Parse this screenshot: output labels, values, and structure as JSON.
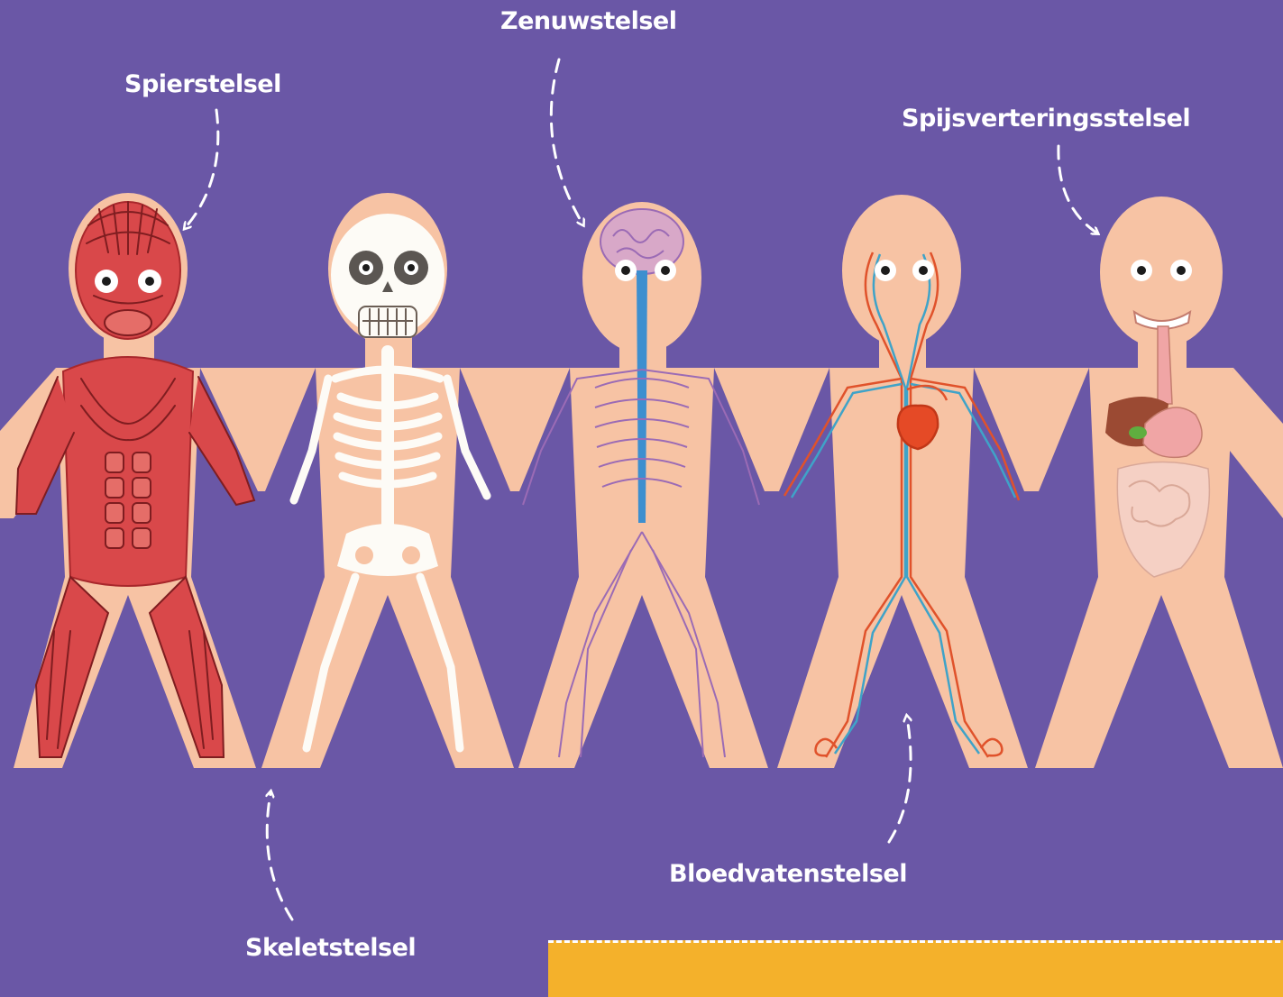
{
  "labels": {
    "muscular": "Spierstelsel",
    "nervous": "Zenuwstelsel",
    "digestive": "Spijsverteringsstelsel",
    "skeletal": "Skeletstelsel",
    "circulatory": "Bloedvatenstelsel"
  },
  "colors": {
    "background": "#6a57a6",
    "skin": "#f7c3a4",
    "muscle": "#c7373a",
    "bone": "#fdfbf6",
    "nerve": "#9b6bb5",
    "spine_nerve": "#3d8fcf",
    "artery": "#e0522b",
    "vein": "#3fa3c8",
    "heart": "#e54a26",
    "liver": "#9b4a33",
    "stomach": "#f0a5a5",
    "intestine": "#f5d0c4",
    "accent_card": "#f4b12b"
  }
}
